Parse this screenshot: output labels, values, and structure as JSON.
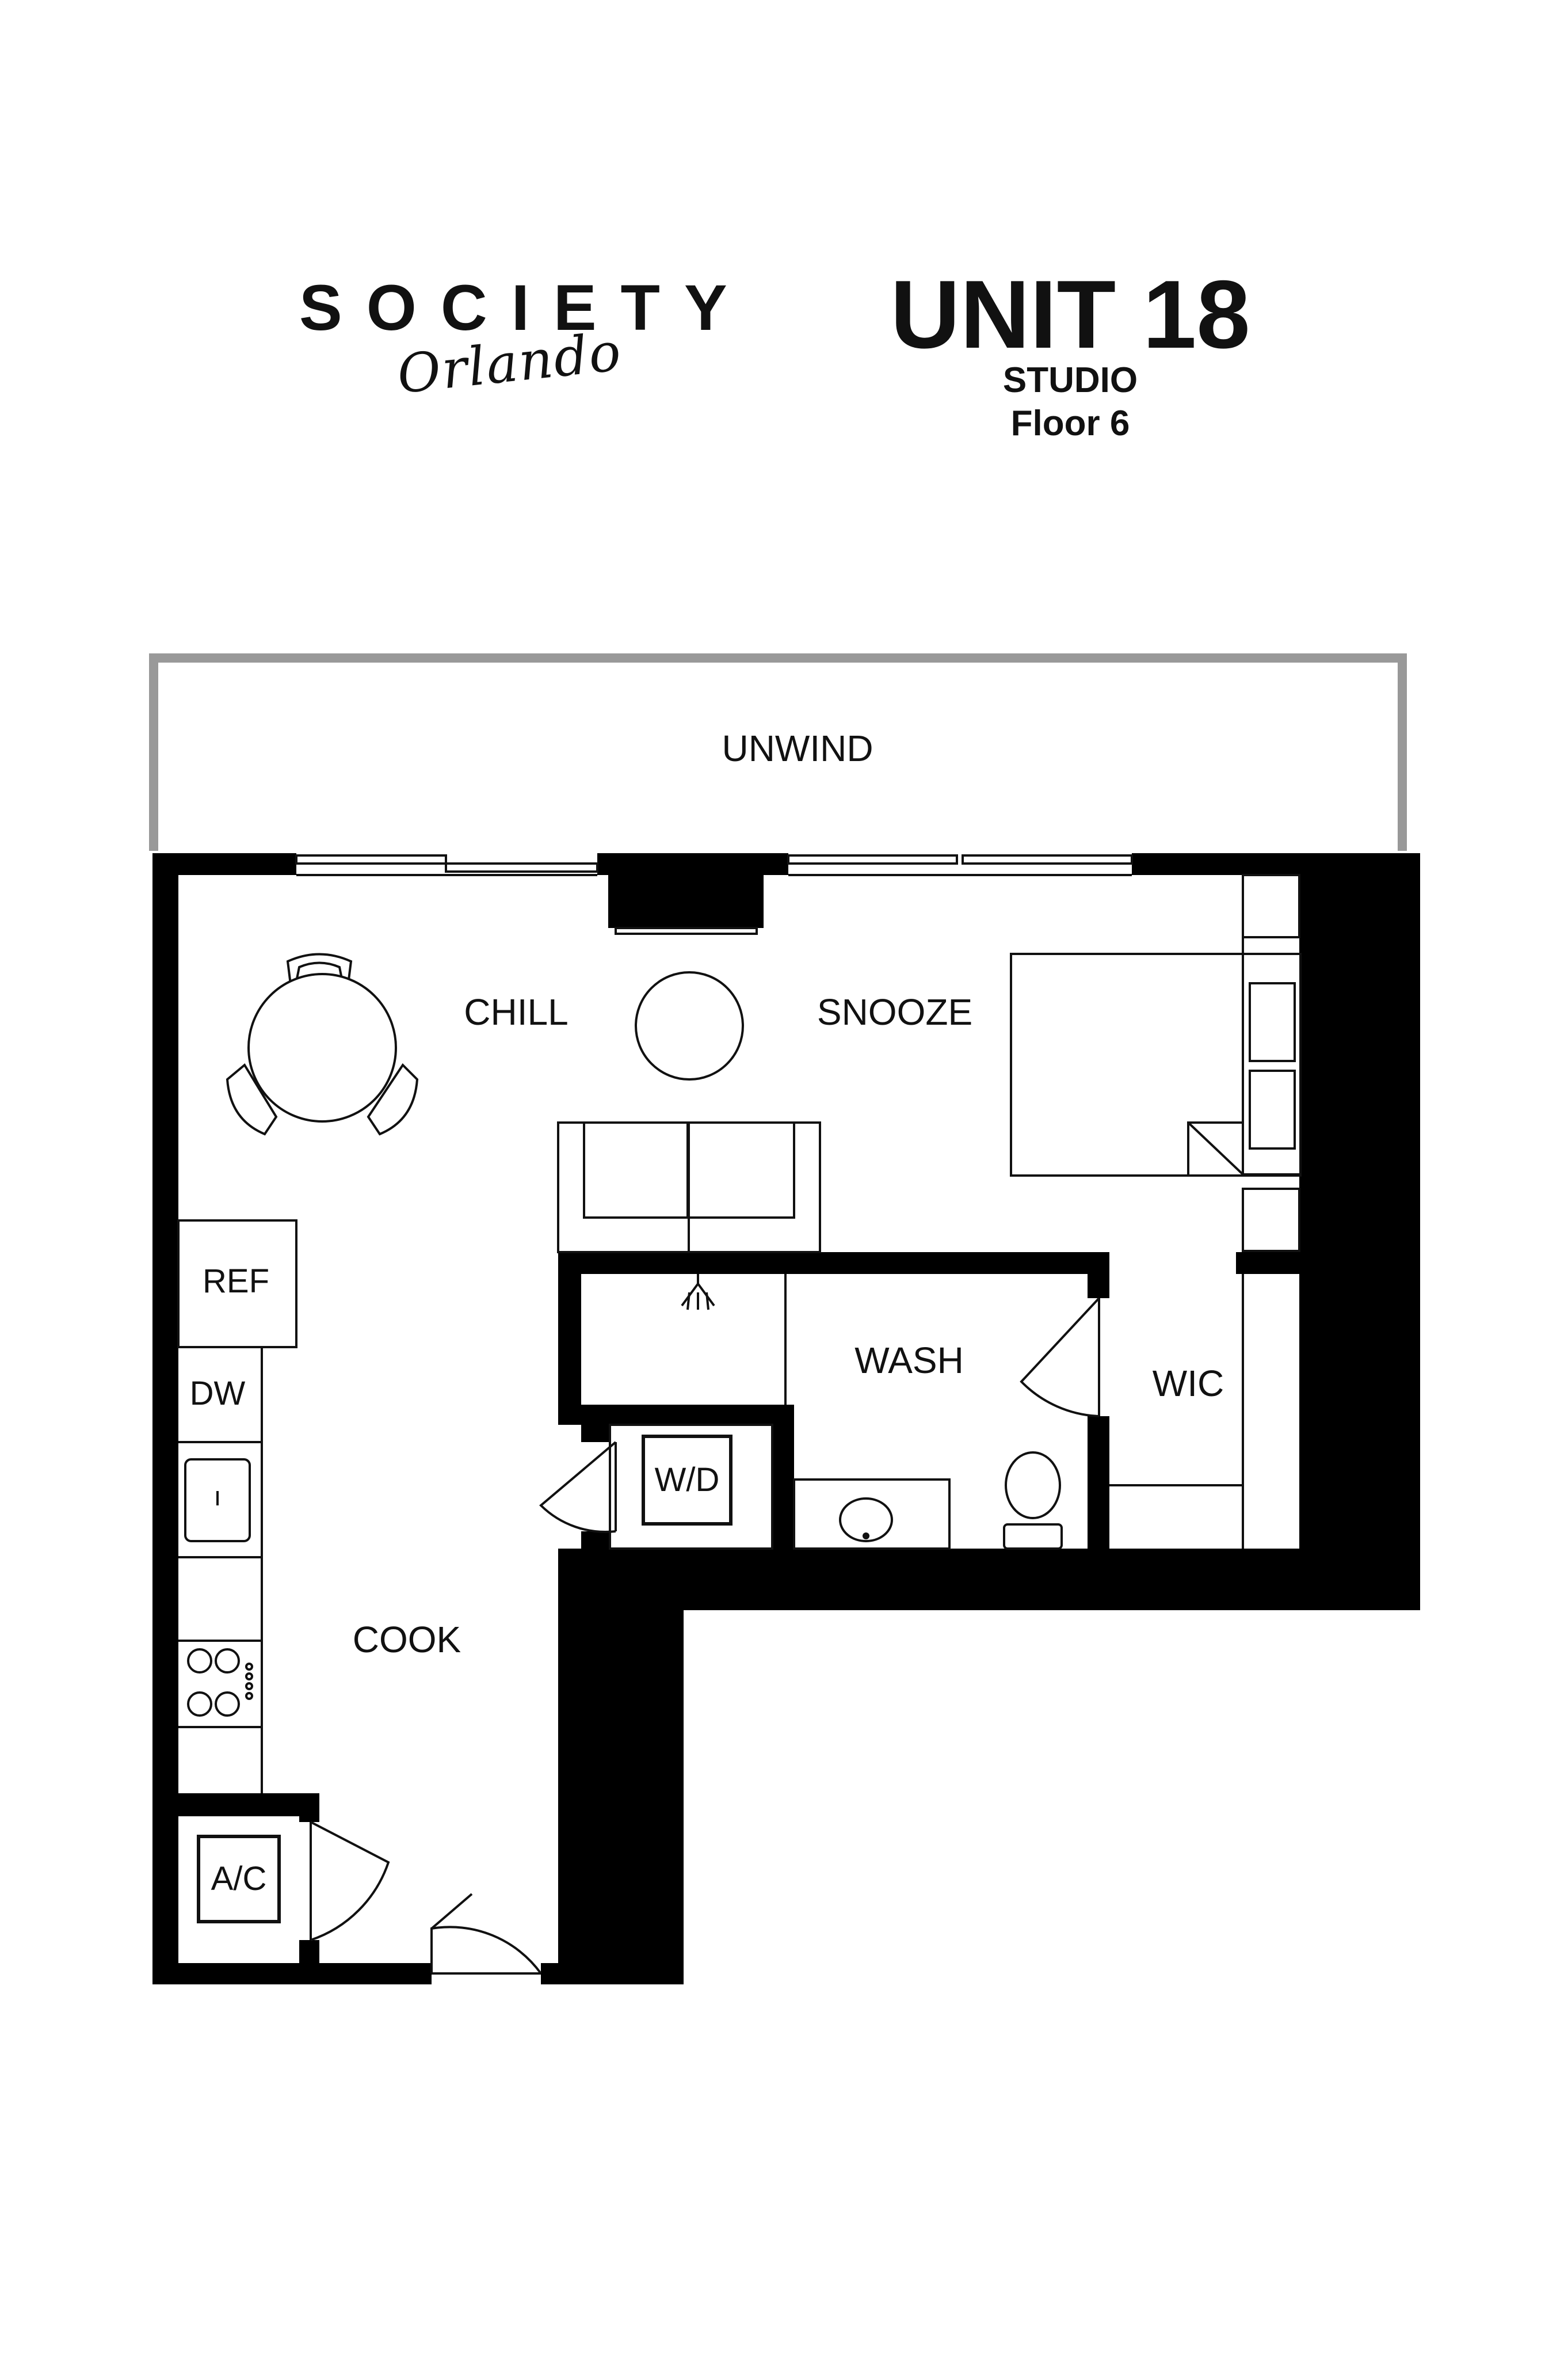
{
  "header": {
    "brand_name": "SOCIETY",
    "brand_sub": "Orlando",
    "unit_title": "UNIT 18",
    "unit_type": "STUDIO",
    "unit_floor": "Floor 6"
  },
  "rooms": {
    "unwind": "UNWIND",
    "chill": "CHILL",
    "snooze": "SNOOZE",
    "wash": "WASH",
    "wic": "WIC",
    "cook": "COOK"
  },
  "fixtures": {
    "ref": "REF",
    "dw": "DW",
    "wd": "W/D",
    "ac": "A/C"
  },
  "colors": {
    "wall": "#000000",
    "balcony_rail": "#999999",
    "line": "#111111",
    "background": "#ffffff"
  }
}
